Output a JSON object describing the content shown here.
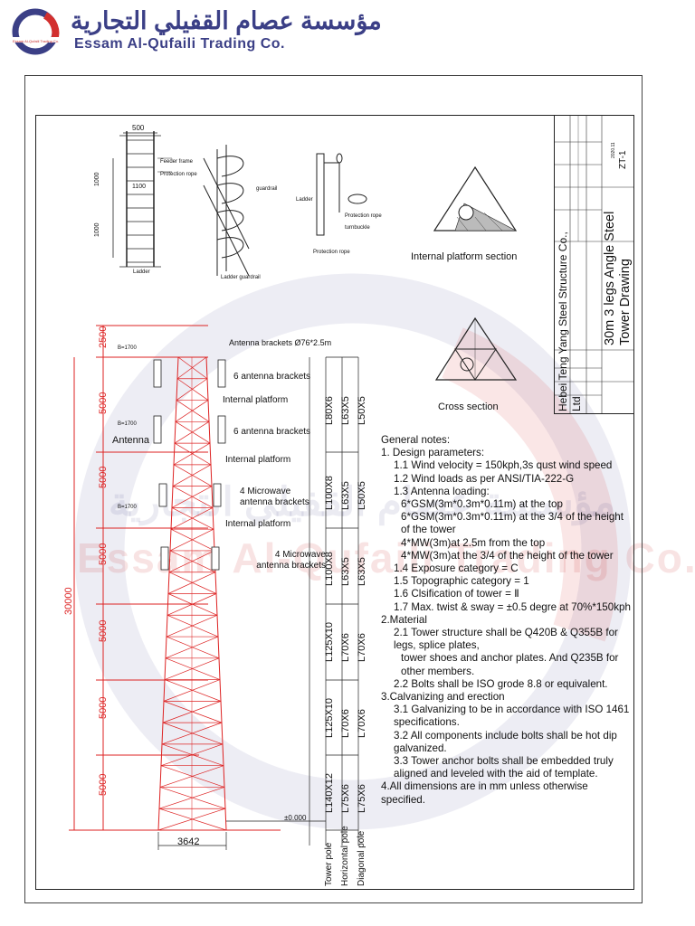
{
  "header": {
    "logo_arabic": "مؤسسة عصام القفيلي التجارية",
    "logo_english": "Essam Al-Qufaili Trading Co.",
    "logo_small": "Essam Al-Qufaili Trading Co."
  },
  "watermark": {
    "english": "Essam Al-Qufaili Trading Co.",
    "arabic": "مؤسسة عصام القفيلي التجارية"
  },
  "title_block": {
    "company": "Hebei Teng Yang Steel Structure Co., Ltd",
    "title": "30m 3 legs Angle Steel Tower Drawing",
    "drawing_no": "ZT-1",
    "date": "2020.11"
  },
  "details": {
    "ladder_width": "500",
    "ladder_dim_1": "1000",
    "ladder_dim_2": "1000",
    "ladder_inner": "1100",
    "feeder_frame": "Feeder frame",
    "protection_rope": "Protection rope",
    "ladder": "Ladder",
    "guardrail": "guardrail",
    "ladder_guardrail": "Ladder guardrail",
    "ladder2": "Ladder",
    "protection_rope2": "Protection rope",
    "turnbuckle": "turnbuckle",
    "protection_rope3": "Protection rope",
    "platform_section": "Internal platform section",
    "cross_section": "Cross section"
  },
  "tower": {
    "antenna_brackets_top": "Antenna brackets Ø76*2.5m",
    "b1": "B=1700",
    "b2": "B=1700",
    "b3": "B=1700",
    "antenna": "Antenna",
    "labels": [
      "6 antenna brackets",
      "Internal platform",
      "6 antenna brackets",
      "Internal platform",
      "4 Microwave antenna brackets",
      "Internal platform",
      "4 Microwave antenna brackets"
    ],
    "dims_left": [
      "2500",
      "5000",
      "5000",
      "5000",
      "5000",
      "5000",
      "5000"
    ],
    "total_height": "30000",
    "base_width": "3642",
    "elevation": "±0.000",
    "member_col_headers": [
      "Tower pole",
      "Horizontal pole",
      "Diagonal pole"
    ],
    "members": [
      [
        "L80X6",
        "L63X5",
        "L50X5"
      ],
      [
        "L100X8",
        "L63X5",
        "L50X5"
      ],
      [
        "L100X8",
        "L63X5",
        "L63X5"
      ],
      [
        "L125X10",
        "L70X6",
        "L70X6"
      ],
      [
        "L125X10",
        "L70X6",
        "L70X6"
      ],
      [
        "L140X12",
        "L75X6",
        "L75X6"
      ]
    ]
  },
  "notes": {
    "heading": "General notes:",
    "lines": [
      {
        "cls": "",
        "text": "1. Design parameters:"
      },
      {
        "cls": "in1",
        "text": "1.1 Wind velocity = 150kph,3s qust wind speed"
      },
      {
        "cls": "in1",
        "text": "1.2 Wind loads as per ANSI/TIA-222-G"
      },
      {
        "cls": "in1",
        "text": "1.3 Antenna loading:"
      },
      {
        "cls": "in2",
        "text": "6*GSM(3m*0.3m*0.11m) at the top"
      },
      {
        "cls": "in2",
        "text": "6*GSM(3m*0.3m*0.11m) at the 3/4 of the height of the tower"
      },
      {
        "cls": "in2",
        "text": "4*MW(3m)at 2.5m from the top"
      },
      {
        "cls": "in2",
        "text": "4*MW(3m)at the 3/4 of the height of the tower"
      },
      {
        "cls": "in1",
        "text": "1.4 Exposure category = C"
      },
      {
        "cls": "in1",
        "text": "1.5 Topographic category = 1"
      },
      {
        "cls": "in1",
        "text": "1.6 Clsification of tower = Ⅱ"
      },
      {
        "cls": "in1",
        "text": "1.7 Max. twist & sway = ±0.5 degre at 70%*150kph"
      },
      {
        "cls": "",
        "text": "2.Material"
      },
      {
        "cls": "in1",
        "text": "2.1 Tower structure shall be Q420B & Q355B for legs, splice plates,"
      },
      {
        "cls": "in2",
        "text": "tower shoes and anchor plates. And Q235B for other members."
      },
      {
        "cls": "in1",
        "text": "2.2 Bolts shall be ISO grode 8.8 or equivalent."
      },
      {
        "cls": "",
        "text": "3.Calvanizing and erection"
      },
      {
        "cls": "in1",
        "text": "3.1 Galvanizing to be in accordance with ISO 1461 specifications."
      },
      {
        "cls": "in1",
        "text": "3.2 All components include bolts shall be hot dip galvanized."
      },
      {
        "cls": "in1",
        "text": "3.3 Tower anchor bolts shall be embedded truly aligned and leveled with the aid of template."
      },
      {
        "cls": "",
        "text": "4.All dimensions are in mm unless otherwise specified."
      }
    ]
  }
}
